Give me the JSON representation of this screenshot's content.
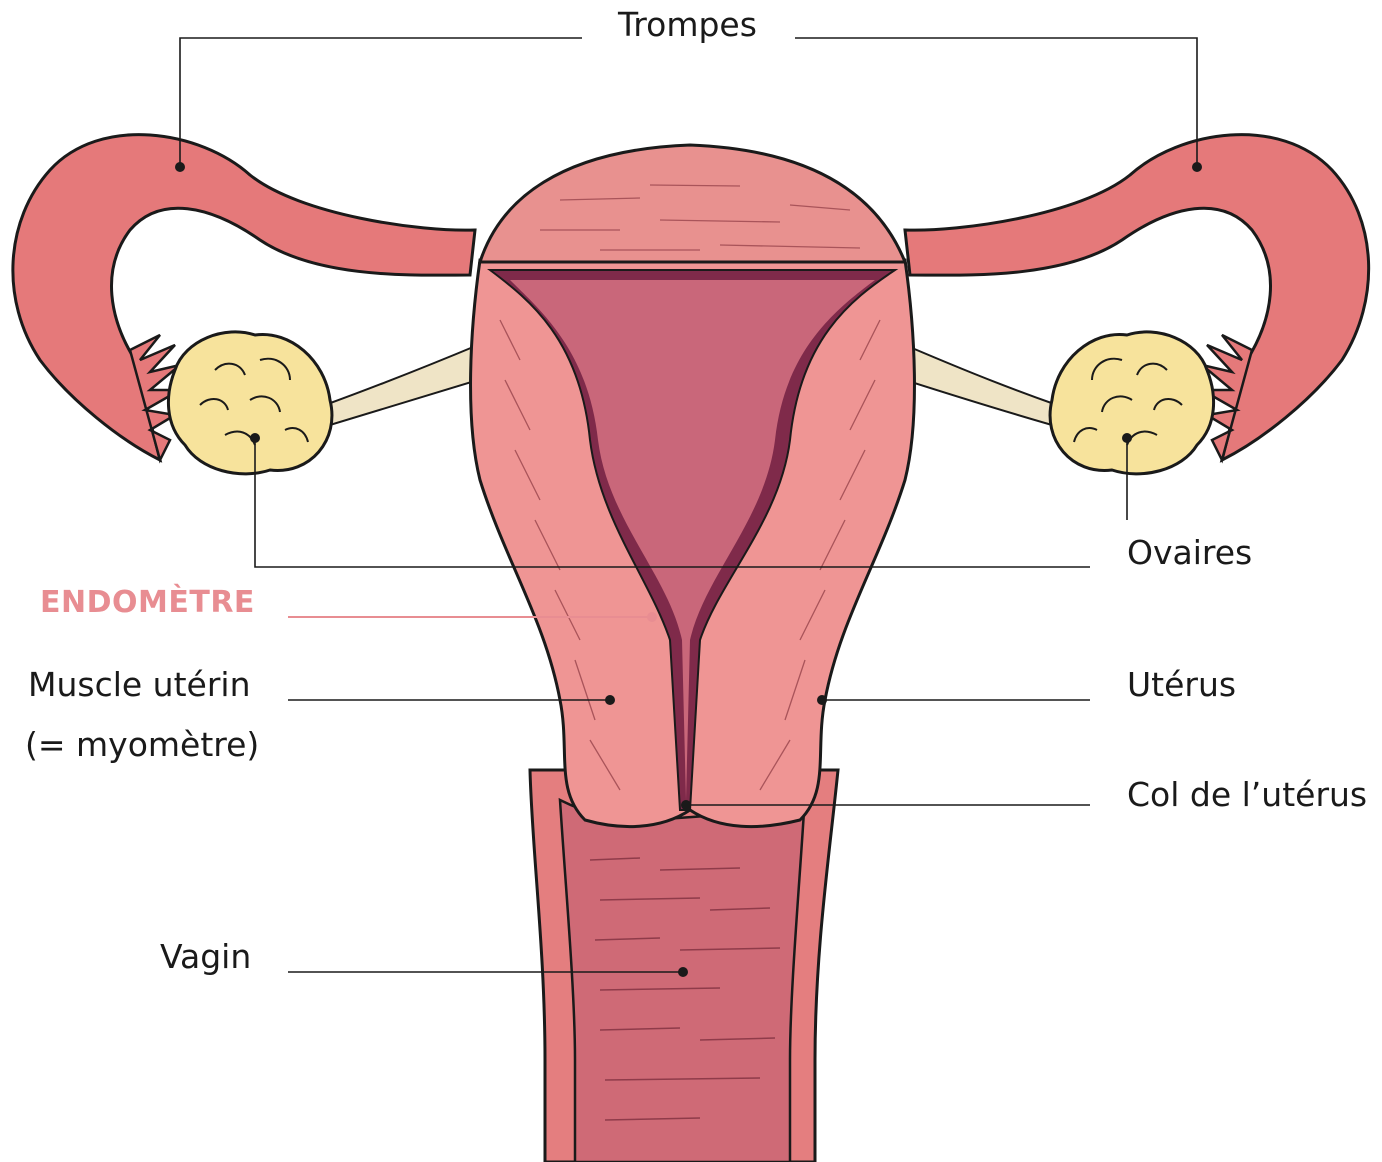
{
  "labels": {
    "trompes": "Trompes",
    "ovaires": "Ovaires",
    "endometre": "ENDOMÈTRE",
    "muscle_line1": "Muscle utérin",
    "muscle_line2": "(= myomètre)",
    "uterus": "Utérus",
    "col": "Col de l’utérus",
    "vagin": "Vagin"
  },
  "colors": {
    "tube": "#e5797a",
    "uterus_body": "#ef9594",
    "fundus": "#e8918f",
    "cavity": "#c9677a",
    "endometrium_line": "#7f2a4a",
    "ovary": "#f7e39c",
    "ligament": "#efe4c6",
    "vagina_wall": "#e47e7f",
    "vagina_lumen": "#cf6a76",
    "outline": "#1a1a1a",
    "leader": "#1a1a1a",
    "accent": "#e88d92"
  }
}
